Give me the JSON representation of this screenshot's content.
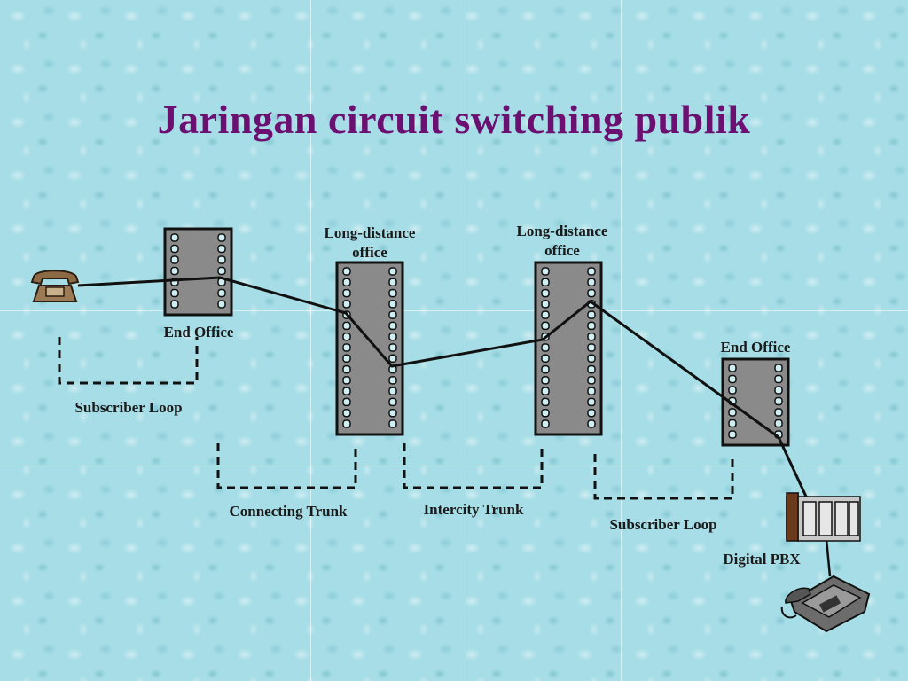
{
  "title": "Jaringan circuit switching publik",
  "labels": {
    "end_office_left": "End Office",
    "subscriber_loop_left": "Subscriber Loop",
    "long_distance_1_line1": "Long-distance",
    "long_distance_1_line2": "office",
    "long_distance_2_line1": "Long-distance",
    "long_distance_2_line2": "office",
    "end_office_right": "End Office",
    "connecting_trunk": "Connecting Trunk",
    "intercity_trunk": "Intercity Trunk",
    "subscriber_loop_right": "Subscriber Loop",
    "digital_pbx": "Digital PBX"
  },
  "colors": {
    "title": "#6b1070",
    "office_fill": "#8a8a8a",
    "line": "#111111"
  },
  "icons": [
    "telephone-icon",
    "pbx-icon",
    "desk-phone-icon"
  ]
}
